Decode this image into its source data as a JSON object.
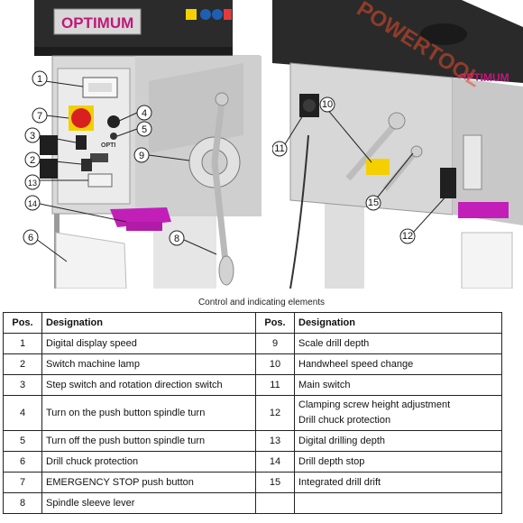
{
  "photo_left": {
    "brand": "OPTIMUM",
    "model_badge": "OPTI",
    "callouts": [
      "1",
      "7",
      "3",
      "2",
      "13",
      "14",
      "6",
      "4",
      "5",
      "9",
      "8"
    ]
  },
  "photo_right": {
    "brand": "OPTIMUM",
    "watermark": "POWERTOOL",
    "callouts": [
      "10",
      "11",
      "15",
      "12"
    ]
  },
  "caption": "Control and indicating elements",
  "table": {
    "headers": {
      "pos_left": "Pos.",
      "designation_left": "Designation",
      "pos_right": "Pos.",
      "designation_right": "Designation"
    },
    "rows": [
      {
        "p1": "1",
        "d1": "Digital display speed",
        "p2": "9",
        "d2": "Scale drill depth",
        "d2b": ""
      },
      {
        "p1": "2",
        "d1": "Switch machine lamp",
        "p2": "10",
        "d2": "Handwheel speed change",
        "d2b": ""
      },
      {
        "p1": "3",
        "d1": "Step switch and rotation direction switch",
        "p2": "11",
        "d2": "Main switch",
        "d2b": ""
      },
      {
        "p1": "4",
        "d1": "Turn on the push button spindle turn",
        "p2": "12",
        "d2": "Clamping screw height adjustment",
        "d2b": "Drill chuck protection"
      },
      {
        "p1": "5",
        "d1": "Turn off the push button spindle turn",
        "p2": "13",
        "d2": "Digital drilling depth",
        "d2b": ""
      },
      {
        "p1": "6",
        "d1": "Drill chuck protection",
        "p2": "14",
        "d2": "Drill depth stop",
        "d2b": ""
      },
      {
        "p1": "7",
        "d1": "EMERGENCY STOP push button",
        "p2": "15",
        "d2": "Integrated drill drift",
        "d2b": ""
      },
      {
        "p1": "8",
        "d1": "Spindle sleeve lever",
        "p2": "",
        "d2": "",
        "d2b": ""
      }
    ]
  }
}
